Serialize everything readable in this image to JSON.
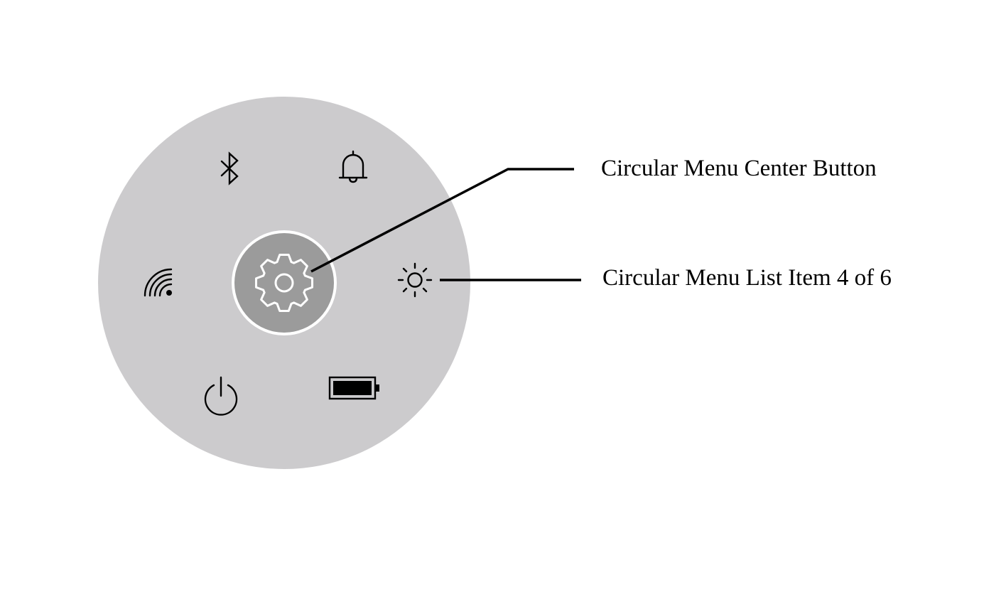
{
  "menu": {
    "name": "Circular Menu",
    "background_color": "#cccbcd",
    "center_button": {
      "icon": "gear-icon",
      "fill_color": "#9b9b9b",
      "ring_color": "#ffffff"
    },
    "items": [
      {
        "icon": "bluetooth-icon"
      },
      {
        "icon": "bell-icon"
      },
      {
        "icon": "brightness-icon"
      },
      {
        "icon": "battery-icon"
      },
      {
        "icon": "power-icon"
      },
      {
        "icon": "wifi-icon"
      }
    ]
  },
  "callouts": {
    "center_button_label": "Circular Menu Center Button",
    "list_item_label": "Circular Menu List Item 4 of 6"
  }
}
